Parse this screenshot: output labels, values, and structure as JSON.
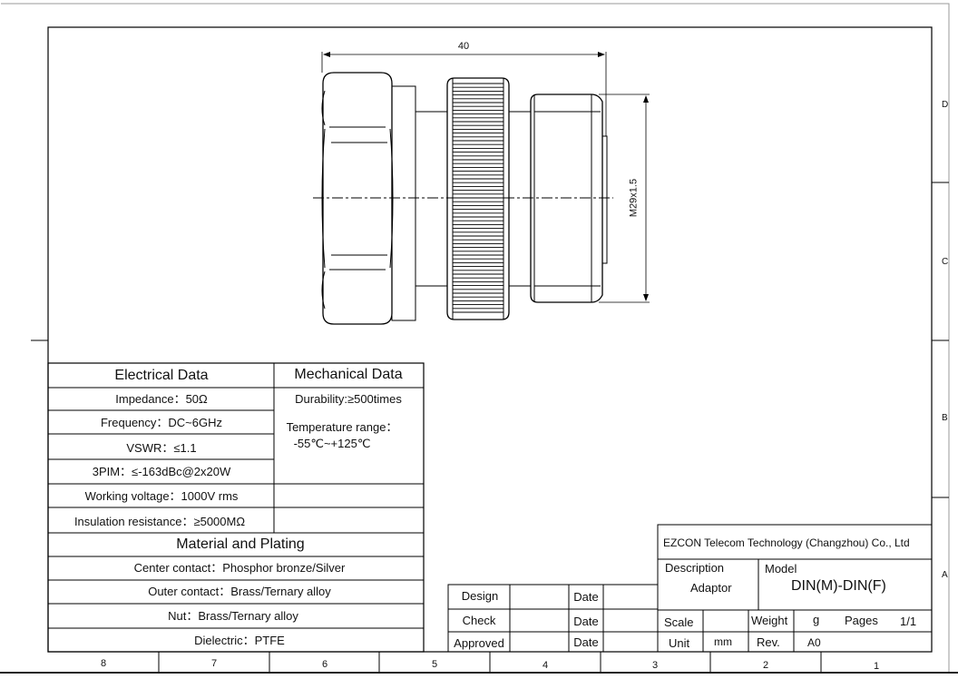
{
  "drawing": {
    "dim_length": "40",
    "dim_thread": "M29x1.5",
    "grid_cols": [
      "8",
      "7",
      "6",
      "5",
      "4",
      "3",
      "2",
      "1"
    ],
    "grid_rows": [
      "D",
      "C",
      "B",
      "A"
    ]
  },
  "electrical": {
    "header": "Electrical Data",
    "impedance": "Impedance：50Ω",
    "frequency": "Frequency：DC~6GHz",
    "vswr": "VSWR：≤1.1",
    "pim": "3PIM：≤-163dBc@2x20W",
    "voltage": "Working voltage：1000V rms",
    "insulation": "Insulation resistance：≥5000MΩ"
  },
  "mechanical": {
    "header": "Mechanical Data",
    "durability": "Durability:≥500times",
    "temp_label": "Temperature range：",
    "temp_value": "-55℃~+125℃"
  },
  "material": {
    "header": "Material and Plating",
    "center": "Center contact：Phosphor bronze/Silver",
    "outer": "Outer contact：Brass/Ternary alloy",
    "nut": "Nut：Brass/Ternary alloy",
    "dielectric": "Dielectric：PTFE"
  },
  "signoff": {
    "design": "Design",
    "check": "Check",
    "approved": "Approved",
    "date": "Date"
  },
  "titleblock": {
    "company": "EZCON Telecom Technology (Changzhou) Co., Ltd",
    "description_label": "Description",
    "description_value": "Adaptor",
    "model_label": "Model",
    "model_value": "DIN(M)-DIN(F)",
    "scale_label": "Scale",
    "weight_label": "Weight",
    "weight_unit": "g",
    "pages_label": "Pages",
    "pages_value": "1/1",
    "unit_label": "Unit",
    "unit_value": "mm",
    "rev_label": "Rev.",
    "rev_value": "A0"
  }
}
